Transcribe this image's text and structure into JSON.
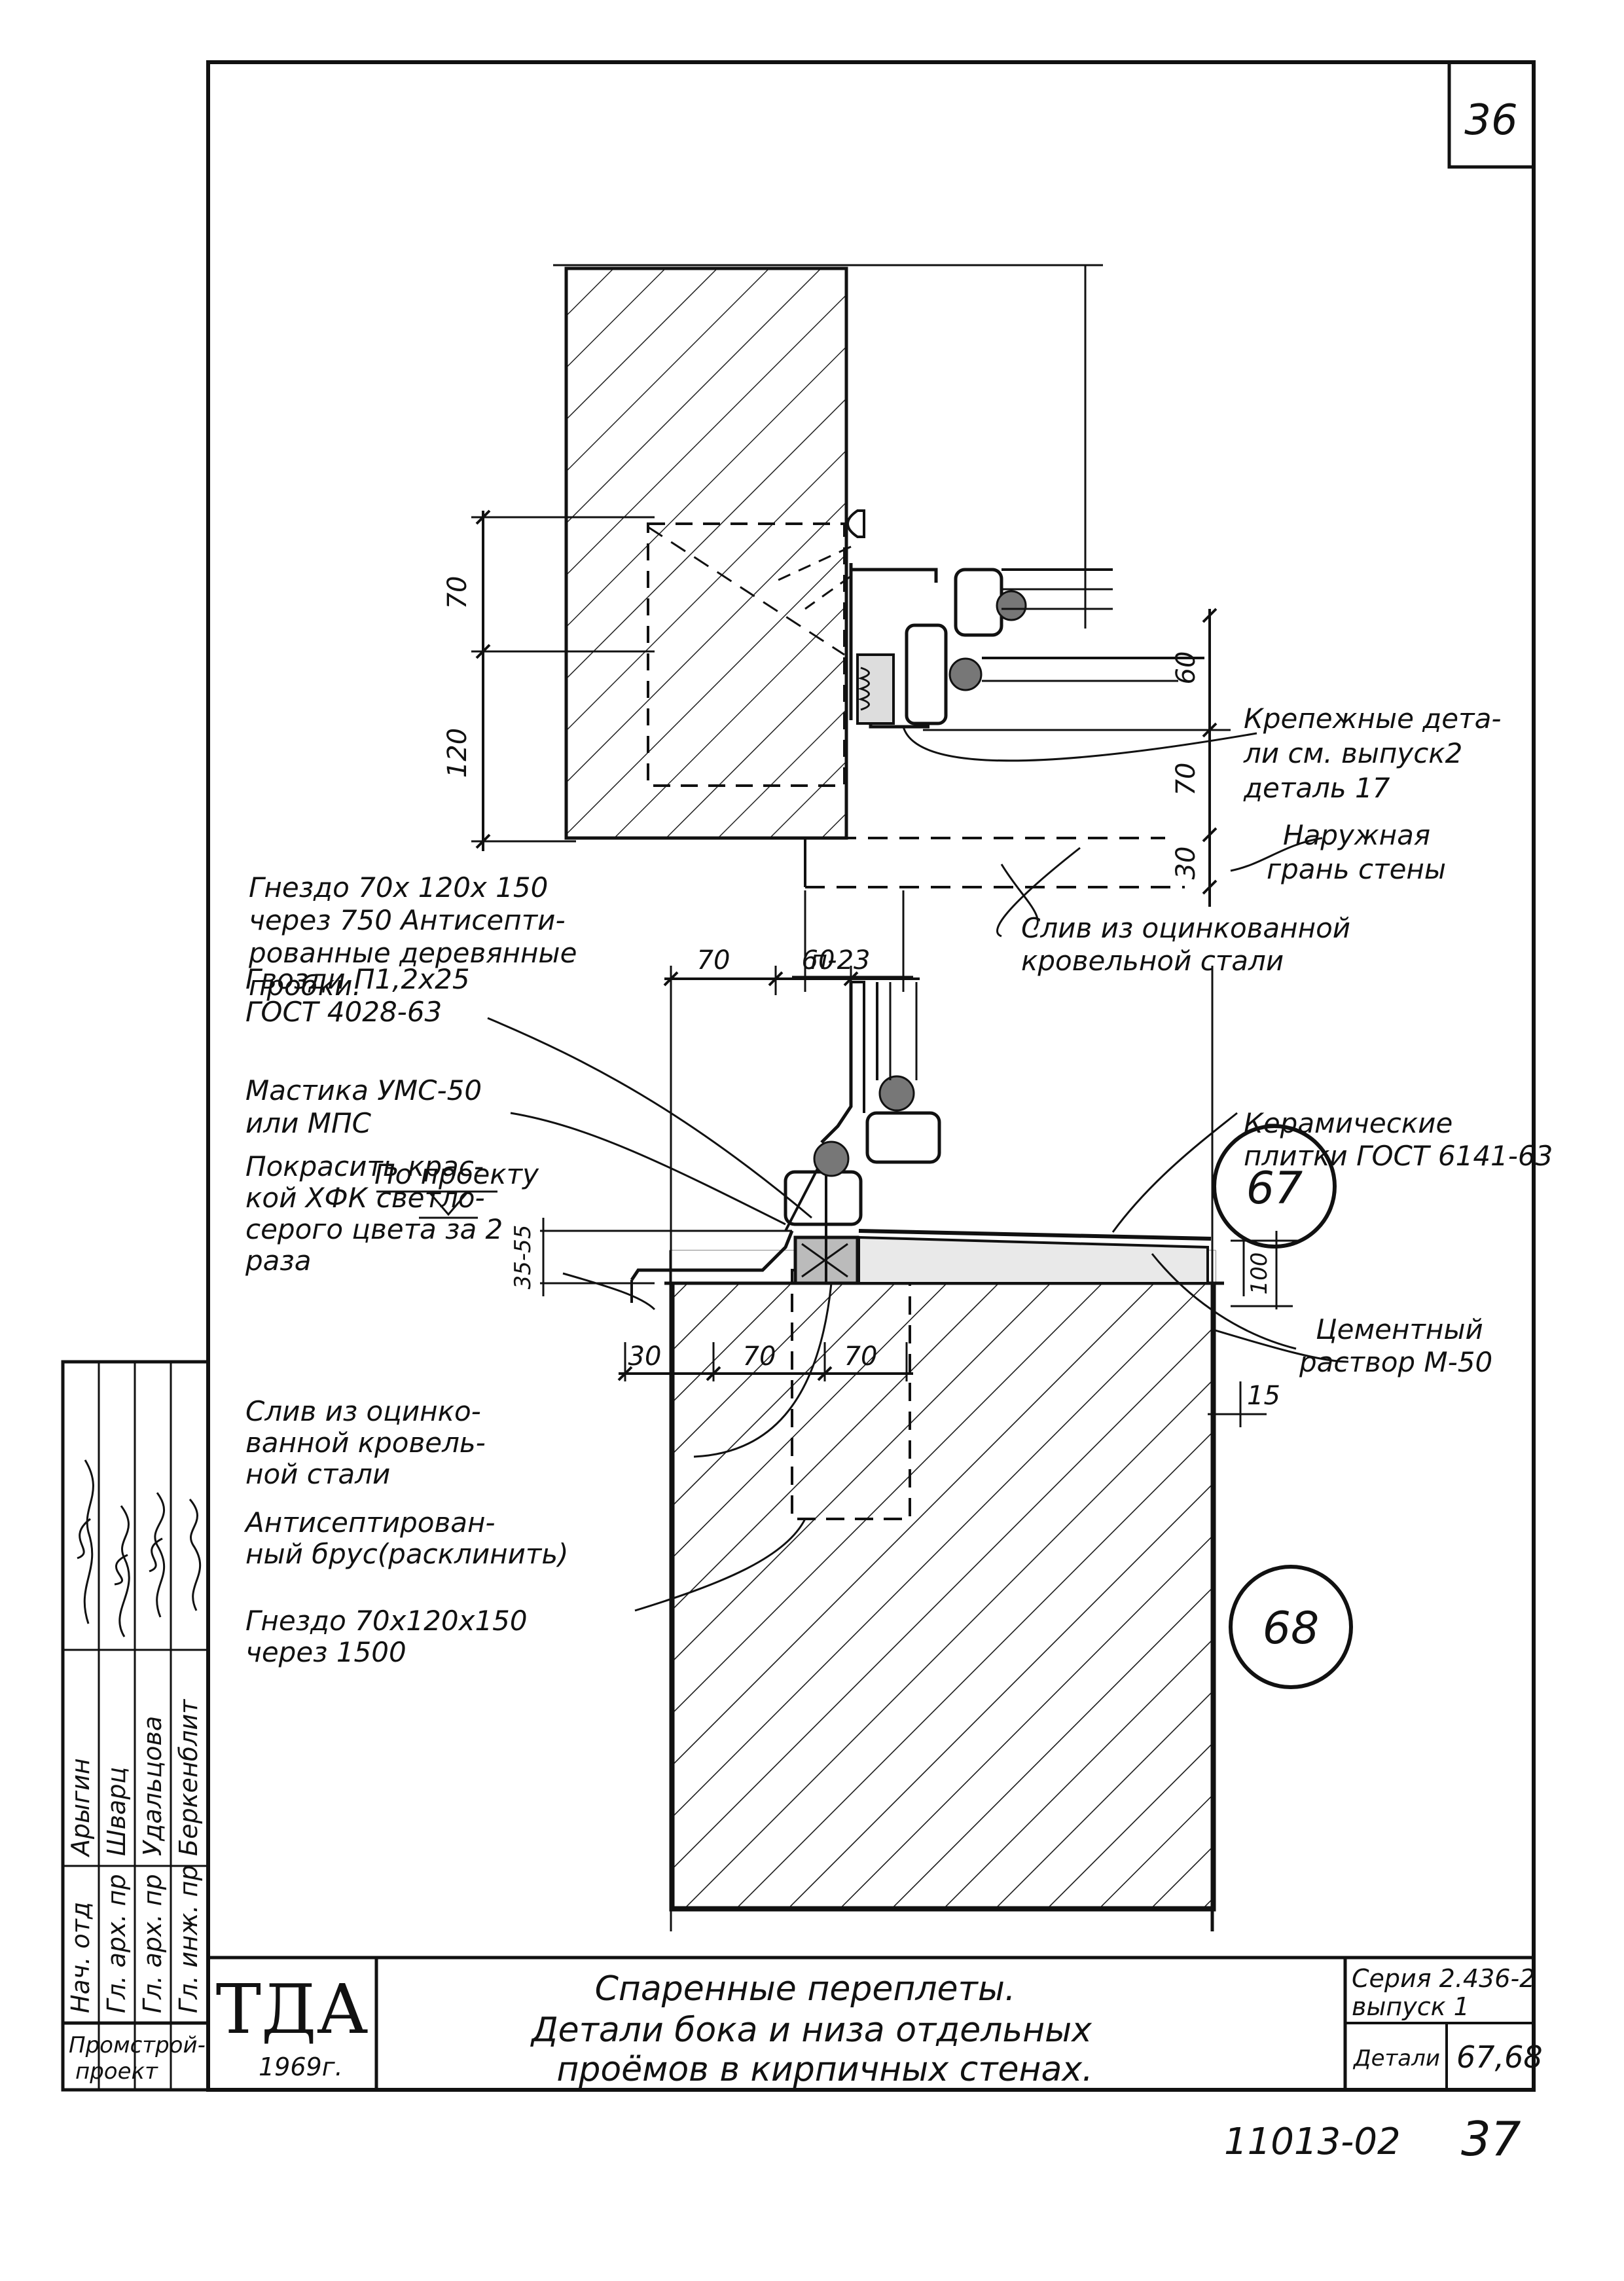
{
  "sheet_number": "36",
  "detail_67": {
    "marker": "67",
    "dims_left": [
      "70",
      "120"
    ],
    "dims_right": [
      "60",
      "70",
      "30"
    ],
    "dim_bottom": "п-23",
    "note_fastening": [
      "Крепежные дета-",
      "ли см. выпуск2",
      "деталь 17"
    ],
    "note_wall_face": [
      "Наружная",
      "грань стены"
    ],
    "note_drip": [
      "Слив из оцинкованной",
      "кровельной стали"
    ],
    "note_socket": [
      "Гнездо 70х 120х 150",
      "через 750 Антисепти-",
      "рованные деревянные",
      "пробки."
    ]
  },
  "detail_68": {
    "marker": "68",
    "dims_top": [
      "70",
      "60"
    ],
    "dims_bottom": [
      "30",
      "70",
      "70"
    ],
    "dim_left": "35-55",
    "dim_right": "100",
    "dim_right_small": "15",
    "note_nails": [
      "Гвозди П1,2х25",
      "ГОСТ 4028-63"
    ],
    "note_mastic": [
      "Мастика УМС-50",
      "или МПС"
    ],
    "note_paint": [
      "Покрасить крас-",
      "кой ХФК светло-",
      "серого цвета за 2",
      "раза"
    ],
    "note_by_project": "По проекту",
    "note_tiles": [
      "Керамические",
      "плитки ГОСТ 6141-63"
    ],
    "note_mortar": [
      "Цементный",
      "раствор М-50"
    ],
    "note_drip": [
      "Слив из оцинко-",
      "ванной кровель-",
      "ной стали"
    ],
    "note_bar": [
      "Антисептирован-",
      "ный брус(расклинить)"
    ],
    "note_socket": [
      "Гнездо 70х120х150",
      "через 1500"
    ]
  },
  "stamp": {
    "roles": [
      "Нач. отд",
      "Гл. арх. пр",
      "Гл. арх. пр",
      "Гл. инж. пр"
    ],
    "names": [
      "Арыгин",
      "Шварц",
      "Удальцова",
      "Беркенблит"
    ],
    "org": [
      "Промстрой-",
      "проект"
    ],
    "logo": "ТДА",
    "year": "1969г.",
    "title": [
      "Спаренные переплеты.",
      "Детали бока и низа отдельных",
      "проёмов в кирпичных стенах."
    ],
    "series_label": [
      "Серия 2.436-2",
      "выпуск 1"
    ],
    "details_label": "Детали",
    "details_value": "67,68"
  },
  "footer_code": "11013-02",
  "footer_page": "37"
}
